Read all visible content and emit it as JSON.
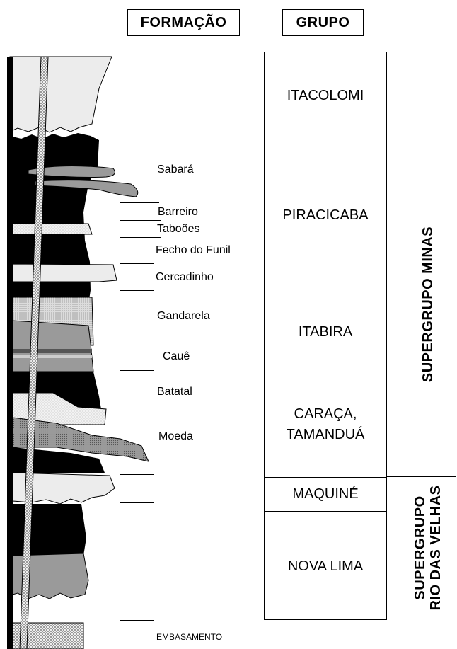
{
  "headers": {
    "formacao": "FORMAÇÃO",
    "grupo": "GRUPO"
  },
  "formations": {
    "sabara": "Sabará",
    "barreiro": "Barreiro",
    "taboes": "Taboões",
    "fecho_do_funil": "Fecho do Funil",
    "cercadinho": "Cercadinho",
    "gandarela": "Gandarela",
    "caue": "Cauê",
    "batatal": "Batatal",
    "moeda": "Moeda",
    "embasamento": "EMBASAMENTO"
  },
  "groups": {
    "itacolomi": "ITACOLOMI",
    "piracicaba": "PIRACICABA",
    "itabira": "ITABIRA",
    "caraca_line1": "CARAÇA,",
    "caraca_line2": "TAMANDUÁ",
    "maquine": "MAQUINÉ",
    "nova_lima": "NOVA LIMA"
  },
  "supergroups": {
    "minas": "SUPERGRUPO MINAS",
    "rio_line1": "SUPERGRUPO",
    "rio_line2": "RIO DAS VELHAS"
  },
  "colors": {
    "black": "#000000",
    "light_fill": "#ececec",
    "medium_gray": "#9a9a9a",
    "dark_gray": "#6f6f6f"
  }
}
